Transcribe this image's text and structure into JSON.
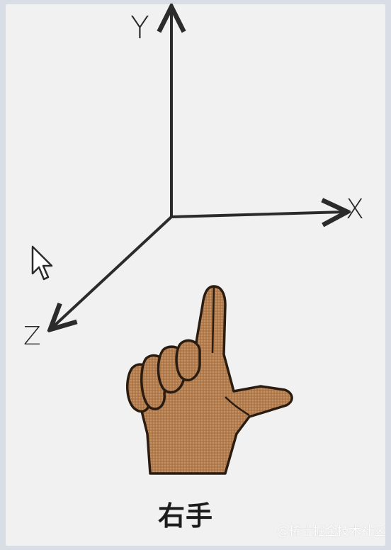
{
  "axes": {
    "y_label": "Y",
    "x_label": "X",
    "z_label": "Z"
  },
  "caption": "右手",
  "watermark": "@稀土掘金技术社区",
  "colors": {
    "axis": "#2b2b2b",
    "hand_fill": "#b07a4c",
    "hand_outline": "#2a1c10",
    "background": "#efefef"
  },
  "icons": {
    "cursor": "mouse-pointer-icon",
    "hand": "right-hand-icon"
  }
}
